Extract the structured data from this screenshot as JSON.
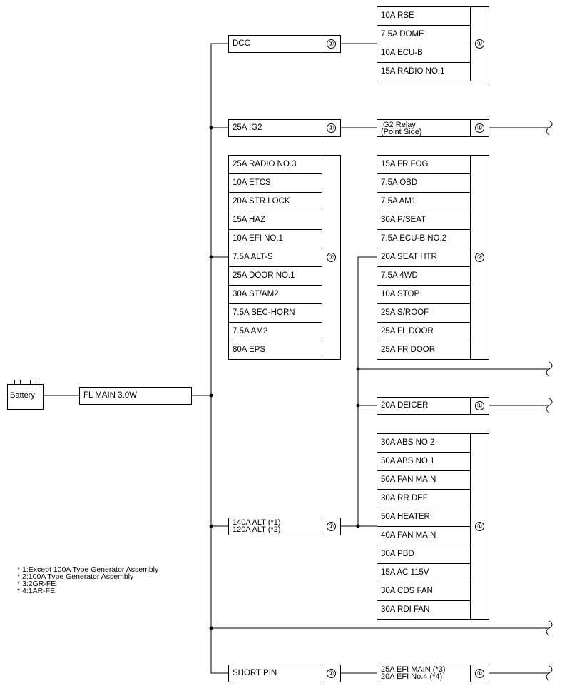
{
  "battery": "Battery",
  "main_fuse": "FL MAIN 3.0W",
  "badge": "①",
  "badge2": "②",
  "dcc": {
    "label": "DCC",
    "fuses": [
      "10A RSE",
      "7.5A DOME",
      "10A ECU-B",
      "15A RADIO NO.1"
    ]
  },
  "ig2": {
    "label": "25A IG2",
    "relay": "IG2 Relay\n(Point Side)"
  },
  "group_left": [
    "25A RADIO NO.3",
    "10A ETCS",
    "20A STR LOCK",
    "15A HAZ",
    "10A EFI NO.1",
    "7.5A ALT-S",
    "25A DOOR NO.1",
    "30A ST/AM2",
    "7.5A SEC-HORN",
    "7.5A AM2",
    "80A EPS"
  ],
  "group_right": [
    "15A FR FOG",
    "7.5A OBD",
    "7.5A AM1",
    "30A P/SEAT",
    "7.5A ECU-B NO.2",
    "20A SEAT HTR",
    "7.5A 4WD",
    "10A STOP",
    "25A S/ROOF",
    "25A FL DOOR",
    "25A FR DOOR"
  ],
  "deicer": "20A DEICER",
  "alt": "140A ALT (*1)\n120A ALT (*2)",
  "group_alt": [
    "30A ABS NO.2",
    "50A ABS NO.1",
    "50A FAN MAIN",
    "30A RR DEF",
    "50A HEATER",
    "40A FAN MAIN",
    "30A PBD",
    "15A AC 115V",
    "30A CDS FAN",
    "30A RDI FAN"
  ],
  "short_pin": {
    "label": "SHORT PIN",
    "fuse": "25A EFI MAIN (*3)\n20A EFI No.4 (*4)"
  },
  "notes": [
    "* 1:Except 100A Type Generator Assembly",
    "* 2:100A Type Generator Assembly",
    "* 3:2GR-FE",
    "* 4:1AR-FE"
  ]
}
